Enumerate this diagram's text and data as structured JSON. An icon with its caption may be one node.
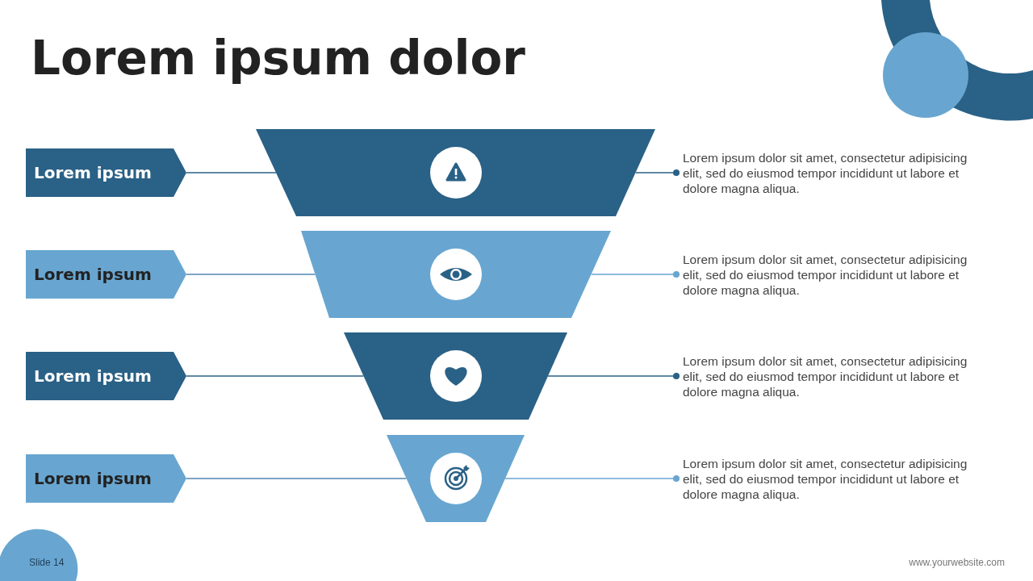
{
  "diagram": {
    "title": "Lorem ipsum dolor",
    "nodes": [
      {
        "text": [
          "Lorem ipsum"
        ]
      },
      {
        "text": [],
        "shape": "trapezoid"
      },
      {
        "text": [
          "Lorem ipsum dolor sit amet, consectetur adipisicing elit, sed do eiusmod tempor incididunt ut labore et dolore magna aliqua."
        ]
      },
      {
        "text": [
          "Lorem ipsum"
        ]
      },
      {
        "text": [],
        "shape": "trapezoid"
      },
      {
        "text": [
          "Lorem ipsum dolor sit amet, consectetur adipisicing elit, sed do eiusmod tempor incididunt ut labore et dolore magna aliqua."
        ]
      },
      {
        "text": [
          "Lorem ipsum"
        ]
      },
      {
        "text": [],
        "shape": "trapezoid"
      },
      {
        "text": [
          "Lorem ipsum dolor sit amet, consectetur adipisicing elit, sed do eiusmod tempor incididunt ut labore et dolore magna aliqua."
        ]
      },
      {
        "text": [
          "Lorem ipsum"
        ]
      },
      {
        "text": [],
        "shape": "trapezoid"
      },
      {
        "text": [
          "Lorem ipsum dolor sit amet, consectetur adipisicing elit, sed do eiusmod tempor incididunt ut labore et dolore magna aliqua."
        ]
      }
    ],
    "edges": [
      {
        "from": 0,
        "to": 1,
        "arrow": "none",
        "color": "#2a6186"
      },
      {
        "from": 1,
        "to": 2,
        "arrow": "other",
        "color": "#2a6186"
      },
      {
        "from": 3,
        "to": 4,
        "arrow": "none",
        "color": "#4f86b0"
      },
      {
        "from": 4,
        "to": 5,
        "arrow": "other",
        "color": "#68a6d1"
      },
      {
        "from": 6,
        "to": 7,
        "arrow": "none",
        "color": "#2a6186"
      },
      {
        "from": 7,
        "to": 8,
        "arrow": "other",
        "color": "#2a6186"
      },
      {
        "from": 9,
        "to": 10,
        "arrow": "none",
        "color": "#4f86b0"
      },
      {
        "from": 10,
        "to": 11,
        "arrow": "other",
        "color": "#68a6d1"
      }
    ],
    "labels": [
      "Slide 14",
      "www.yourwebsite.com"
    ]
  }
}
